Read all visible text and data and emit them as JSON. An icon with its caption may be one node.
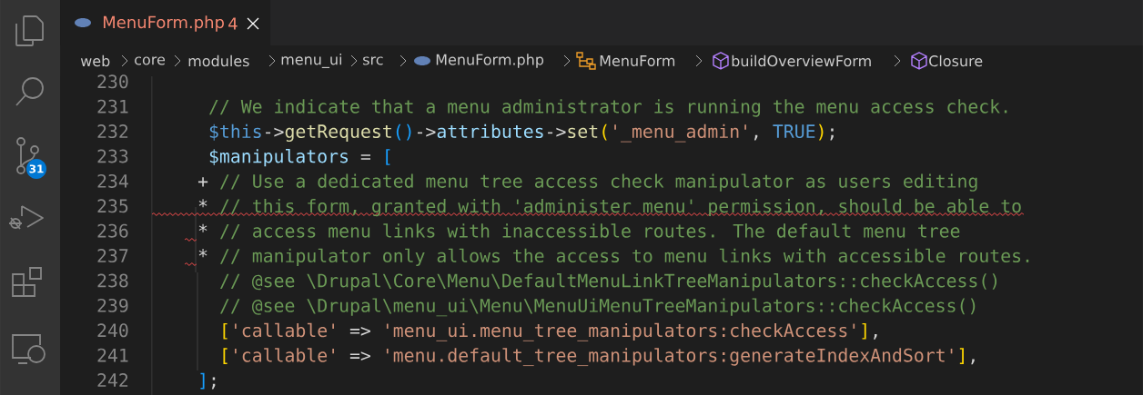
{
  "diagram": {
    "labels": [
      "MenuForm.php",
      "4",
      "web",
      "core",
      "modules",
      "menu_ui",
      "src",
      "MenuForm.php",
      "MenuForm",
      "buildOverviewForm",
      "Closure",
      "31",
      "230",
      "231",
      "// We indicate that a menu administrator is running the menu access check.",
      "232",
      "$this",
      "->",
      "getRequest",
      "()",
      "->",
      "attributes",
      "->",
      "set",
      "(",
      "'_menu_admin'",
      ",",
      "TRUE",
      ")",
      ";",
      "233",
      "$manipulators",
      "=",
      "[",
      "234",
      "+",
      "// Use a dedicated menu tree access check manipulator as users editing",
      "235",
      "*",
      "// this form, granted with 'administer menu' permission, should be able to",
      "236",
      "*",
      "// access menu links with inaccessible routes. The default menu tree",
      "237",
      "*",
      "// manipulator only allows the access to menu links with accessible routes.",
      "238",
      "// @see \\Drupal\\Core\\Menu\\DefaultMenuLinkTreeManipulators::checkAccess()",
      "239",
      "// @see \\Drupal\\menu_ui\\Menu\\MenuUiMenuTreeManipulators::checkAccess()",
      "240",
      "[",
      "'callable'",
      "=>",
      "'menu_ui.menu_tree_manipulators:checkAccess'",
      "]",
      ",",
      "241",
      "[",
      "'callable'",
      "=>",
      "'menu.default_tree_manipulators:generateIndexAndSort'",
      "]",
      ",",
      "242",
      "]",
      ";"
    ]
  }
}
